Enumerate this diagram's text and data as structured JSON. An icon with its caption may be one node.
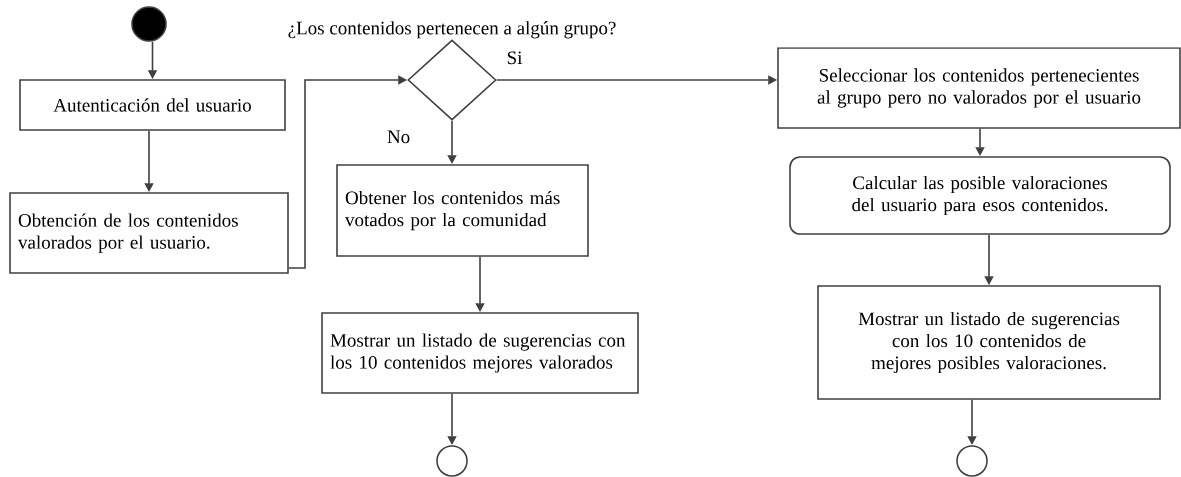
{
  "diagram": {
    "nodes": [
      {
        "text": [],
        "shape": "circle"
      },
      {
        "text": [
          "Autenticación del usuario"
        ]
      },
      {
        "text": [
          "Obtención de los contenidos valorados por el usuario."
        ]
      },
      {
        "text": [
          "¿Los contenidos pertenecen a algún grupo?"
        ]
      },
      {
        "text": [
          "Obtener los contenidos más votados por la comunidad"
        ]
      },
      {
        "text": [
          "Mostrar un listado de sugerencias con los 10 contenidos mejores valorados"
        ]
      },
      {
        "text": [
          "Seleccionar los contenidos pertenecientes al grupo pero no valorados por el usuario"
        ]
      },
      {
        "text": [
          "Calcular las posible valoraciones del usuario para esos contenidos."
        ]
      },
      {
        "text": [
          "Mostrar un listado de sugerencias con los 10 contenidos de mejores posibles valoraciones."
        ]
      },
      {
        "text": [],
        "shape": "circle"
      },
      {
        "text": [],
        "shape": "circle"
      }
    ],
    "edges": [
      {
        "from": 0,
        "to": 1,
        "arrow": "to"
      },
      {
        "from": 1,
        "to": 2,
        "arrow": "to"
      },
      {
        "from": 2,
        "to": 3,
        "arrow": "to"
      },
      {
        "from": 3,
        "to": 4,
        "arrow": "to",
        "label": "No"
      },
      {
        "from": 3,
        "to": 6,
        "arrow": "to",
        "label": "Si"
      },
      {
        "from": 4,
        "to": 5,
        "arrow": "to"
      },
      {
        "from": 5,
        "to": 9,
        "arrow": "to"
      },
      {
        "from": 6,
        "to": 7,
        "arrow": "to"
      },
      {
        "from": 7,
        "to": 8,
        "arrow": "to"
      },
      {
        "from": 8,
        "to": 10,
        "arrow": "to"
      }
    ]
  }
}
